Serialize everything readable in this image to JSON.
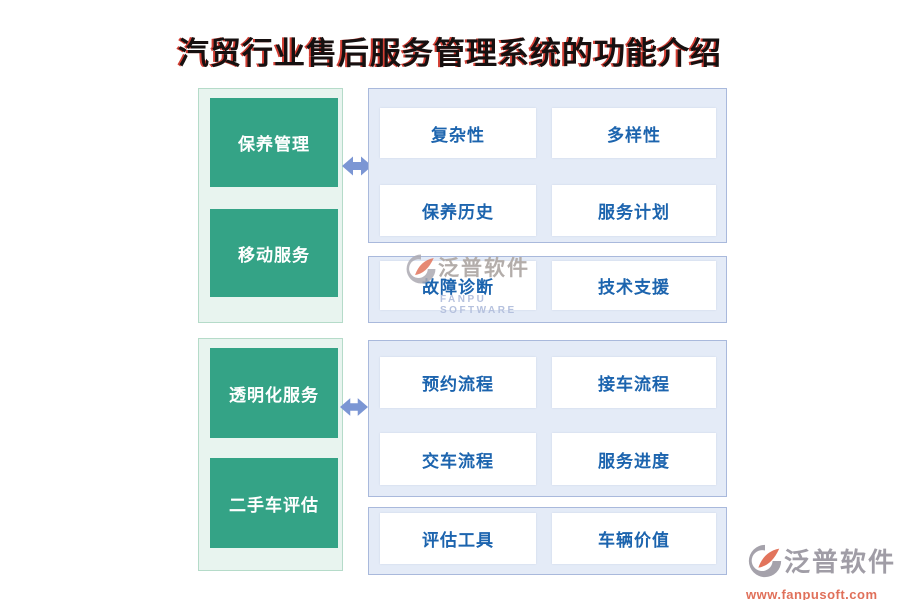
{
  "title": "汽贸行业售后服务管理系统的功能介绍",
  "left_modules": [
    {
      "label": "保养管理"
    },
    {
      "label": "移动服务"
    },
    {
      "label": "透明化服务"
    },
    {
      "label": "二手车评估"
    }
  ],
  "panels": [
    {
      "items": [
        {
          "label": "复杂性"
        },
        {
          "label": "多样性"
        },
        {
          "label": "保养历史"
        },
        {
          "label": "服务计划"
        }
      ]
    },
    {
      "items": [
        {
          "label": "故障诊断"
        },
        {
          "label": "技术支援"
        }
      ]
    },
    {
      "items": [
        {
          "label": "预约流程"
        },
        {
          "label": "接车流程"
        },
        {
          "label": "交车流程"
        },
        {
          "label": "服务进度"
        }
      ]
    },
    {
      "items": [
        {
          "label": "评估工具"
        },
        {
          "label": "车辆价值"
        }
      ]
    }
  ],
  "watermarks": {
    "center": {
      "brand": "泛普软件",
      "subtext": "FANPU SOFTWARE"
    },
    "corner": {
      "brand": "泛普软件",
      "url": "www.fanpusoft.com"
    }
  },
  "colors": {
    "module_green": "#34a386",
    "green_panel_bg": "#e8f4ef",
    "green_panel_border": "#b5dbc9",
    "blue_panel_bg": "#e4ebf7",
    "blue_panel_border": "#a9b9dc",
    "feature_text_blue": "#1c64ae",
    "arrow_blue": "#7b96d4",
    "title_red": "#cd2a1e",
    "watermark_gray": "#a09da6",
    "watermark_orange": "#e0705a"
  }
}
